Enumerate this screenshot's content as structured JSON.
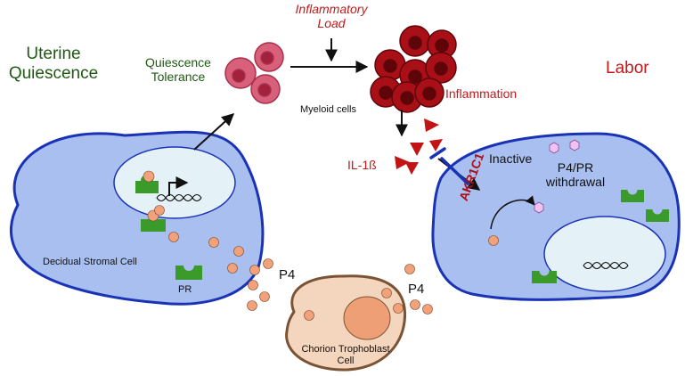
{
  "labels": {
    "uterine_quiescence_line1": "Uterine",
    "uterine_quiescence_line2": "Quiescence",
    "quiescence_tolerance_line1": "Quiescence",
    "quiescence_tolerance_line2": "Tolerance",
    "inflammatory_load_line1": "Inflammatory",
    "inflammatory_load_line2": "Load",
    "myeloid_cells": "Myeloid cells",
    "inflammation": "Inflammation",
    "labor": "Labor",
    "il1b": "IL-1ß",
    "akr1c1": "AKR1C1",
    "inactive": "Inactive",
    "p4pr_line1": "P4/PR",
    "p4pr_line2": "withdrawal",
    "decidual_stromal_cell": "Decidual Stromal Cell",
    "pr": "PR",
    "p4_left": "P4",
    "p4_right": "P4",
    "chorion_line1": "Chorion Trophoblast",
    "chorion_line2": "Cell"
  },
  "colors": {
    "green_text": "#1e5a12",
    "red_text": "#c11a1a",
    "cell_fill": "#a9bff0",
    "cell_stroke": "#1a33b5",
    "nucleus_fill": "#e4f2f7",
    "receptor_green": "#3a9a2a",
    "progesterone_orange": "#f2a27a",
    "trophoblast_fill": "#f4d6bf",
    "trophoblast_stroke": "#7a5334",
    "trophoblast_nucleus": "#ee9f76",
    "myeloid_pink": "#d9607a",
    "myeloid_dark": "#a80f17",
    "il1b_red": "#c21414",
    "inactive_hexagon": "#f0c2f0"
  }
}
